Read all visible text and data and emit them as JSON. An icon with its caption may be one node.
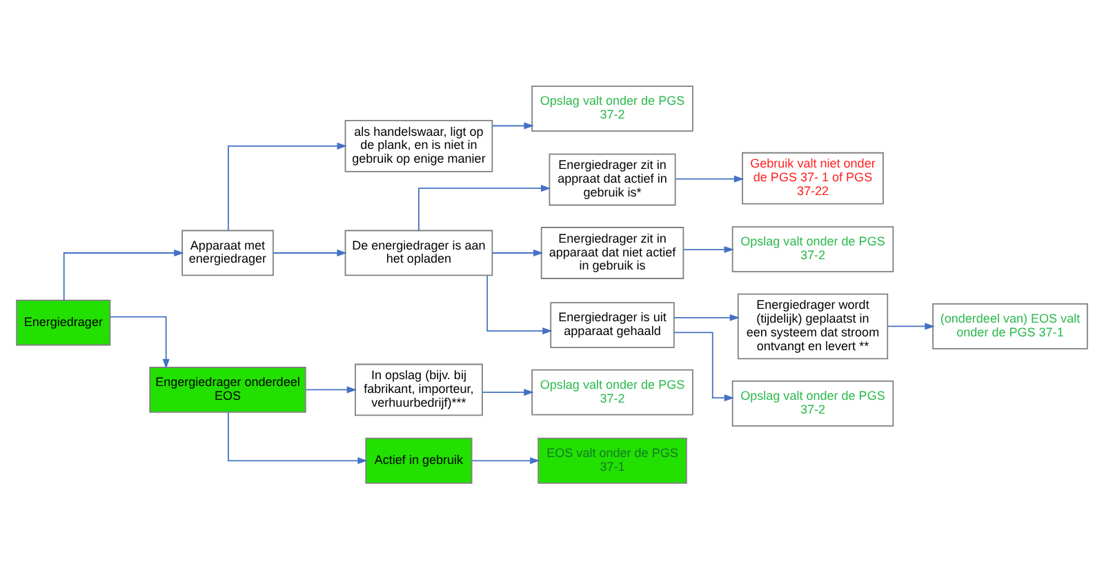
{
  "diagram": {
    "nodes": [
      {
        "text": [
          "Energiedrager"
        ]
      },
      {
        "text": [
          "Apparaat met energiedrager"
        ]
      },
      {
        "text": [
          "Engergiedrager onderdeel EOS"
        ]
      },
      {
        "text": [
          "als handelswaar, ligt op de plank, en is niet in gebruik op enige manier"
        ]
      },
      {
        "text": [
          "De energiedrager is aan het opladen"
        ]
      },
      {
        "text": [
          "Energiedrager zit in appraat dat actief in gebruik is*"
        ]
      },
      {
        "text": [
          "Energiedrager zit in apparaat dat niet actief in gebruik is"
        ]
      },
      {
        "text": [
          "Energiedrager is uit apparaat gehaald"
        ]
      },
      {
        "text": [
          "Energiedrager wordt (tijdelijk) geplaatst in een systeem dat stroom ontvangt en levert **"
        ]
      },
      {
        "text": [
          "In opslag (bijv. bij fabrikant, importeur, verhuurbedrijf)***"
        ]
      },
      {
        "text": [
          "Actief in gebruik"
        ]
      },
      {
        "text": [
          "Opslag valt onder de PGS 37-2"
        ]
      },
      {
        "text": [
          "Gebruik valt niet onder de PGS 37- 1 of PGS 37-22"
        ]
      },
      {
        "text": [
          "Opslag valt onder de PGS 37-2"
        ]
      },
      {
        "text": [
          "Opslag valt onder de PGS 37-2"
        ]
      },
      {
        "text": [
          "(onderdeel van) EOS valt onder de PGS 37-1"
        ]
      },
      {
        "text": [
          "Opslag valt onder de PGS 37-2"
        ]
      },
      {
        "text": [
          "EOS valt onder de PGS 37-1"
        ]
      }
    ],
    "edges": [
      {
        "from": 0,
        "to": 1,
        "arrow": "to"
      },
      {
        "from": 0,
        "to": 2,
        "arrow": "to"
      },
      {
        "from": 1,
        "to": 3,
        "arrow": "to"
      },
      {
        "from": 1,
        "to": 4,
        "arrow": "to"
      },
      {
        "from": 4,
        "to": 5,
        "arrow": "to"
      },
      {
        "from": 4,
        "to": 6,
        "arrow": "to"
      },
      {
        "from": 4,
        "to": 7,
        "arrow": "to"
      },
      {
        "from": 7,
        "to": 8,
        "arrow": "to"
      },
      {
        "from": 3,
        "to": 11,
        "arrow": "to"
      },
      {
        "from": 5,
        "to": 12,
        "arrow": "to"
      },
      {
        "from": 6,
        "to": 13,
        "arrow": "to"
      },
      {
        "from": 7,
        "to": 14,
        "arrow": "to"
      },
      {
        "from": 8,
        "to": 15,
        "arrow": "to"
      },
      {
        "from": 2,
        "to": 9,
        "arrow": "to"
      },
      {
        "from": 2,
        "to": 10,
        "arrow": "to"
      },
      {
        "from": 9,
        "to": 16,
        "arrow": "to"
      },
      {
        "from": 10,
        "to": 17,
        "arrow": "to"
      }
    ]
  }
}
